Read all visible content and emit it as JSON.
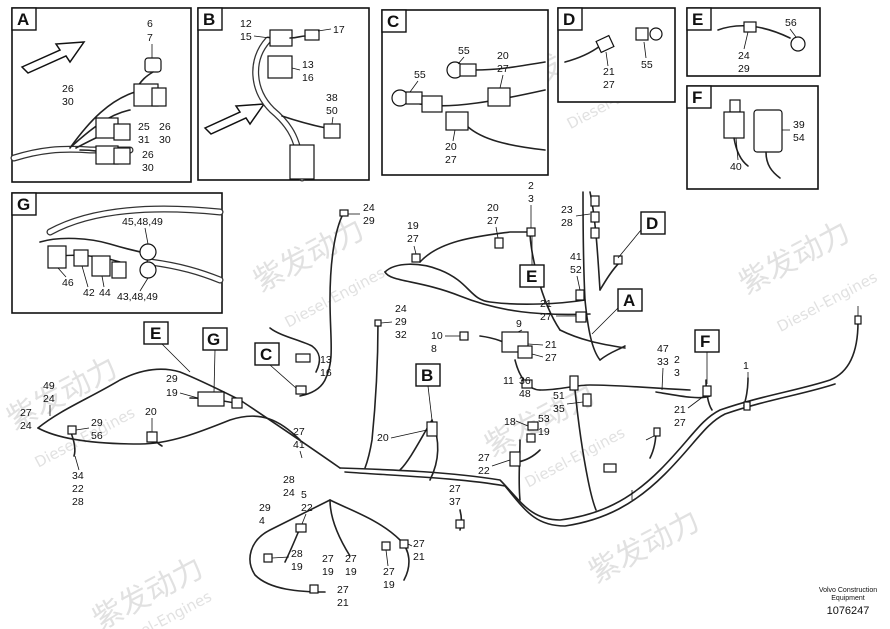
{
  "document_id": "1076247",
  "footer": {
    "line1": "Volvo Construction",
    "line2": "Equipment",
    "number": "1076247"
  },
  "watermark": {
    "brand_cn": "紫发动力",
    "brand_en": "Diesel-Engines"
  },
  "detail_tags": [
    "A",
    "B",
    "C",
    "D",
    "E",
    "F",
    "G"
  ],
  "detail_A": {
    "tag": "A",
    "labels": [
      "6",
      "7",
      "26",
      "30",
      "25",
      "31",
      "26",
      "30",
      "26",
      "30"
    ]
  },
  "detail_B": {
    "tag": "B",
    "labels": [
      "12",
      "15",
      "17",
      "13",
      "16",
      "38",
      "50"
    ]
  },
  "detail_C": {
    "tag": "C",
    "labels": [
      "55",
      "20",
      "27",
      "55",
      "20",
      "27"
    ]
  },
  "detail_D": {
    "tag": "D",
    "labels": [
      "21",
      "27",
      "55"
    ]
  },
  "detail_E": {
    "tag": "E",
    "labels": [
      "56",
      "24",
      "29"
    ]
  },
  "detail_F": {
    "tag": "F",
    "labels": [
      "39",
      "54",
      "40"
    ]
  },
  "detail_G": {
    "tag": "G",
    "labels": [
      "45,48,49",
      "46",
      "42",
      "44",
      "43,48,49"
    ]
  },
  "main_labels": [
    "24",
    "29",
    "2",
    "3",
    "19",
    "27",
    "20",
    "27",
    "23",
    "28",
    "41",
    "52",
    "24",
    "29",
    "32",
    "21",
    "27",
    "10",
    "8",
    "9",
    "21",
    "27",
    "11",
    "36",
    "48",
    "18",
    "53",
    "19",
    "51",
    "35",
    "49",
    "24",
    "29",
    "19",
    "27",
    "24",
    "29",
    "56",
    "34",
    "22",
    "28",
    "20",
    "27",
    "41",
    "13",
    "16",
    "20",
    "27",
    "22",
    "28",
    "24",
    "29",
    "4",
    "5",
    "22",
    "28",
    "19",
    "27",
    "19",
    "27",
    "19",
    "27",
    "19",
    "27",
    "21",
    "27",
    "21",
    "27",
    "37",
    "47",
    "33",
    "2",
    "3",
    "21",
    "27",
    "1"
  ]
}
